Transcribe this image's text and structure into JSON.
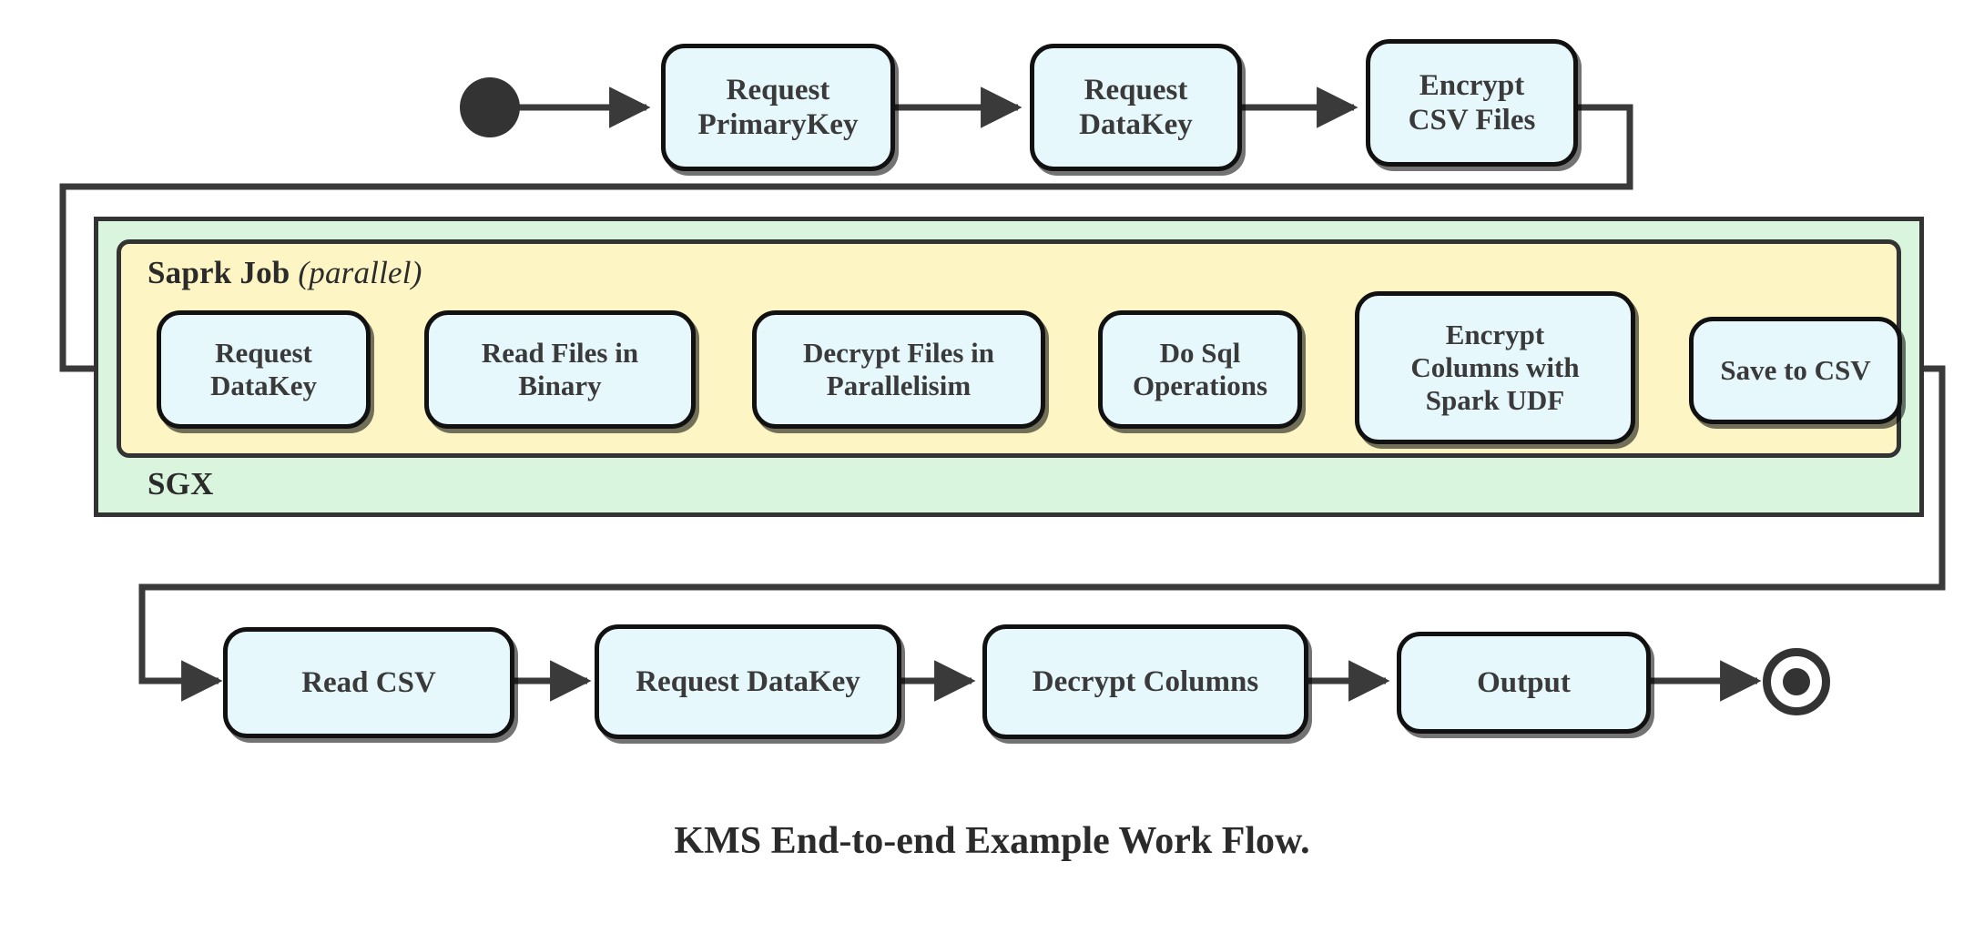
{
  "diagram": {
    "caption": "KMS End-to-end Example Work Flow.",
    "colors": {
      "node_fill": "#e6f8fc",
      "node_stroke": "#111111",
      "sgx_fill": "#d9f5dd",
      "spark_fill": "#fdf5c3",
      "container_stroke": "#333333",
      "edge_stroke": "#3a3a3a",
      "text": "#3a3a3a",
      "background": "#ffffff"
    },
    "terminals": {
      "start": "start-node",
      "end": "end-node"
    },
    "containers": [
      {
        "id": "sgx",
        "label": "SGX",
        "label_suffix": "",
        "fill": "#d9f5dd"
      },
      {
        "id": "spark",
        "label": "Saprk Job",
        "label_suffix": "(parallel)",
        "fill": "#fdf5c3"
      }
    ],
    "rows": {
      "top": {
        "name": "top-row",
        "nodes": [
          {
            "id": "request-primarykey",
            "lines": [
              "Request",
              "PrimaryKey"
            ]
          },
          {
            "id": "request-datakey-top",
            "lines": [
              "Request",
              "DataKey"
            ]
          },
          {
            "id": "encrypt-csv-files",
            "lines": [
              "Encrypt",
              "CSV Files"
            ]
          }
        ]
      },
      "spark": {
        "name": "spark-row",
        "nodes": [
          {
            "id": "request-datakey-spark",
            "lines": [
              "Request",
              "DataKey"
            ]
          },
          {
            "id": "read-files-in-binary",
            "lines": [
              "Read Files in",
              "Binary"
            ]
          },
          {
            "id": "decrypt-files-in-parallelisim",
            "lines": [
              "Decrypt Files in",
              "Parallelisim"
            ]
          },
          {
            "id": "do-sql-operations",
            "lines": [
              "Do Sql",
              "Operations"
            ]
          },
          {
            "id": "encrypt-columns-with-spark-udf",
            "lines": [
              "Encrypt",
              "Columns with",
              "Spark UDF"
            ]
          },
          {
            "id": "save-to-csv",
            "lines": [
              "Save to CSV"
            ]
          }
        ]
      },
      "bottom": {
        "name": "bottom-row",
        "nodes": [
          {
            "id": "read-csv",
            "lines": [
              "Read CSV"
            ]
          },
          {
            "id": "request-datakey-bottom",
            "lines": [
              "Request DataKey"
            ]
          },
          {
            "id": "decrypt-columns",
            "lines": [
              "Decrypt Columns"
            ]
          },
          {
            "id": "output",
            "lines": [
              "Output"
            ]
          }
        ]
      }
    },
    "flow_sequence": [
      "start",
      "Request PrimaryKey",
      "Request DataKey",
      "Encrypt CSV Files",
      "Request DataKey",
      "Read Files in Binary",
      "Decrypt Files in Parallelisim",
      "Do Sql Operations",
      "Encrypt Columns with Spark UDF",
      "Save to CSV",
      "Read CSV",
      "Request DataKey",
      "Decrypt Columns",
      "Output",
      "end"
    ]
  }
}
